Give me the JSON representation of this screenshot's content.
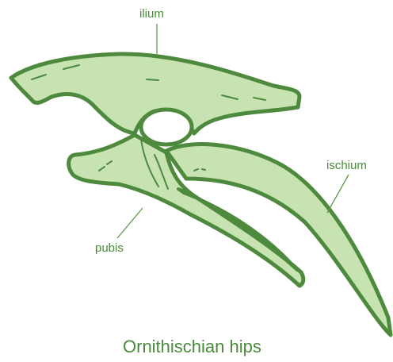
{
  "diagram": {
    "labels": {
      "ilium": "ilium",
      "ischium": "ischium",
      "pubis": "pubis"
    },
    "caption": "Ornithischian hips",
    "colors": {
      "bone_fill": "#c7e3b2",
      "bone_outline": "#4e8a3e",
      "label_text": "#4a8a3c",
      "leader_line": "#5a9a48"
    }
  }
}
